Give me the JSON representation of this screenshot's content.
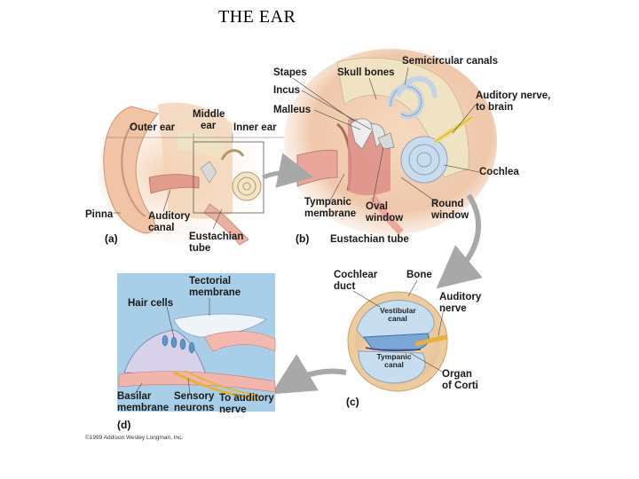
{
  "title": "THE EAR",
  "panels": {
    "a": "(a)",
    "b": "(b)",
    "c": "(c)",
    "d": "(d)"
  },
  "labels_a": {
    "outer_ear": "Outer ear",
    "middle_ear_1": "Middle",
    "middle_ear_2": "ear",
    "inner_ear": "Inner ear",
    "pinna": "Pinna",
    "auditory_canal_1": "Auditory",
    "auditory_canal_2": "canal",
    "eustachian_1": "Eustachian",
    "eustachian_2": "tube"
  },
  "labels_b": {
    "stapes": "Stapes",
    "skull_bones": "Skull bones",
    "semicircular": "Semicircular canals",
    "incus": "Incus",
    "malleus": "Malleus",
    "auditory_nerve_1": "Auditory nerve,",
    "auditory_nerve_2": "to brain",
    "cochlea": "Cochlea",
    "tympanic_1": "Tympanic",
    "tympanic_2": "membrane",
    "oval_1": "Oval",
    "oval_2": "window",
    "round_1": "Round",
    "round_2": "window",
    "eustachian": "Eustachian tube"
  },
  "labels_c": {
    "cochlear_duct_1": "Cochlear",
    "cochlear_duct_2": "duct",
    "bone": "Bone",
    "auditory_nerve_1": "Auditory",
    "auditory_nerve_2": "nerve",
    "vestibular_1": "Vestibular",
    "vestibular_2": "canal",
    "tympanic_1": "Tympanic",
    "tympanic_2": "canal",
    "organ_1": "Organ",
    "organ_2": "of Corti"
  },
  "labels_d": {
    "tectorial_1": "Tectorial",
    "tectorial_2": "membrane",
    "hair_cells": "Hair cells",
    "basilar_1": "Basilar",
    "basilar_2": "membrane",
    "sensory_1": "Sensory",
    "sensory_2": "neurons",
    "to_nerve_1": "To auditory",
    "to_nerve_2": "nerve"
  },
  "copyright": "©1999 Addison Wesley Longman, Inc.",
  "colors": {
    "skin": "#f2c9a8",
    "bone": "#efe3c4",
    "flesh": "#e9a6a0",
    "panel_d_bg": "#a9cfe8",
    "arrow": "#a8a8a8",
    "cochlea_blue": "#b8d4ec"
  }
}
